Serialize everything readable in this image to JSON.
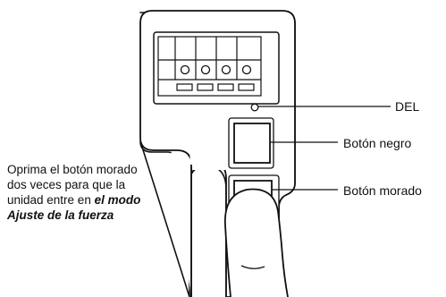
{
  "labels": {
    "led": "DEL",
    "black_button": "Botón negro",
    "purple_button": "Botón morado"
  },
  "instruction": {
    "line1": "Oprima el botón morado",
    "line2": "dos veces para que la",
    "line3_prefix": "unidad entre en ",
    "line3_emphasis": "el modo",
    "line4_emphasis": "Ajuste de la fuerza"
  },
  "colors": {
    "line": "#111111",
    "background": "#ffffff"
  }
}
